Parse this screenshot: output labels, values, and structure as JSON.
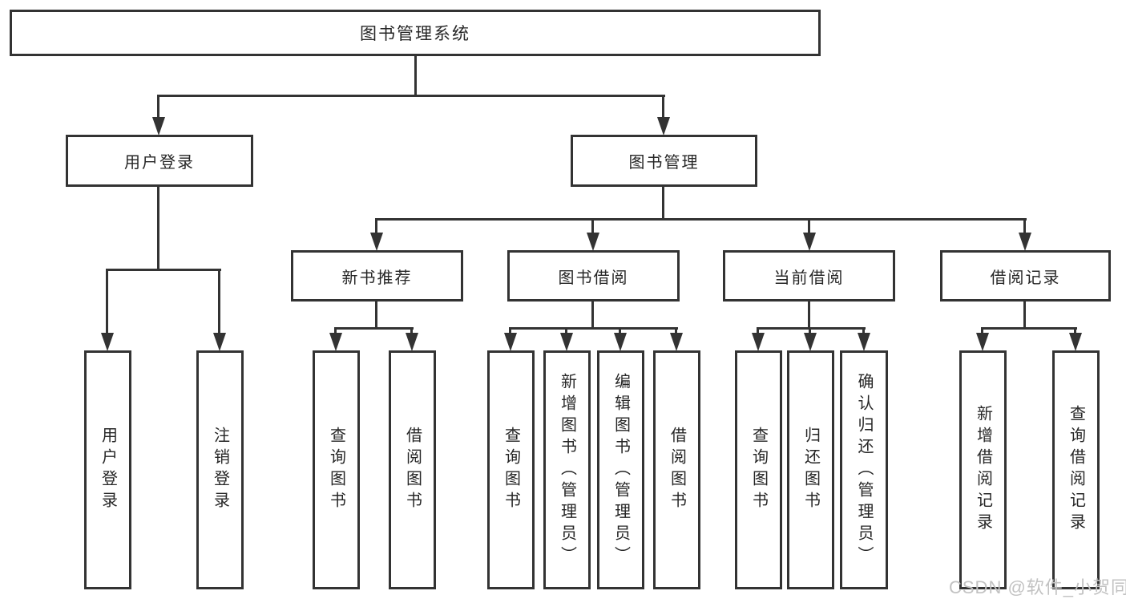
{
  "diagram": {
    "root": "图书管理系统",
    "level2": [
      "用户登录",
      "图书管理"
    ],
    "level3": [
      "新书推荐",
      "图书借阅",
      "当前借阅",
      "借阅记录"
    ],
    "leaves": {
      "login": [
        "用户登录",
        "注销登录"
      ],
      "recommend": [
        "查询图书",
        "借阅图书"
      ],
      "borrow": [
        "查询图书",
        "新增图书（管理员）",
        "编辑图书（管理员）",
        "借阅图书"
      ],
      "current": [
        "查询图书",
        "归还图书",
        "确认归还（管理员）"
      ],
      "records": [
        "新增借阅记录",
        "查询借阅记录"
      ]
    }
  },
  "watermark": "CSDN @软件_小贺同学",
  "colors": {
    "line": "#333333",
    "text": "#262626",
    "watermark": "#c2c2c2",
    "background": "#ffffff"
  }
}
